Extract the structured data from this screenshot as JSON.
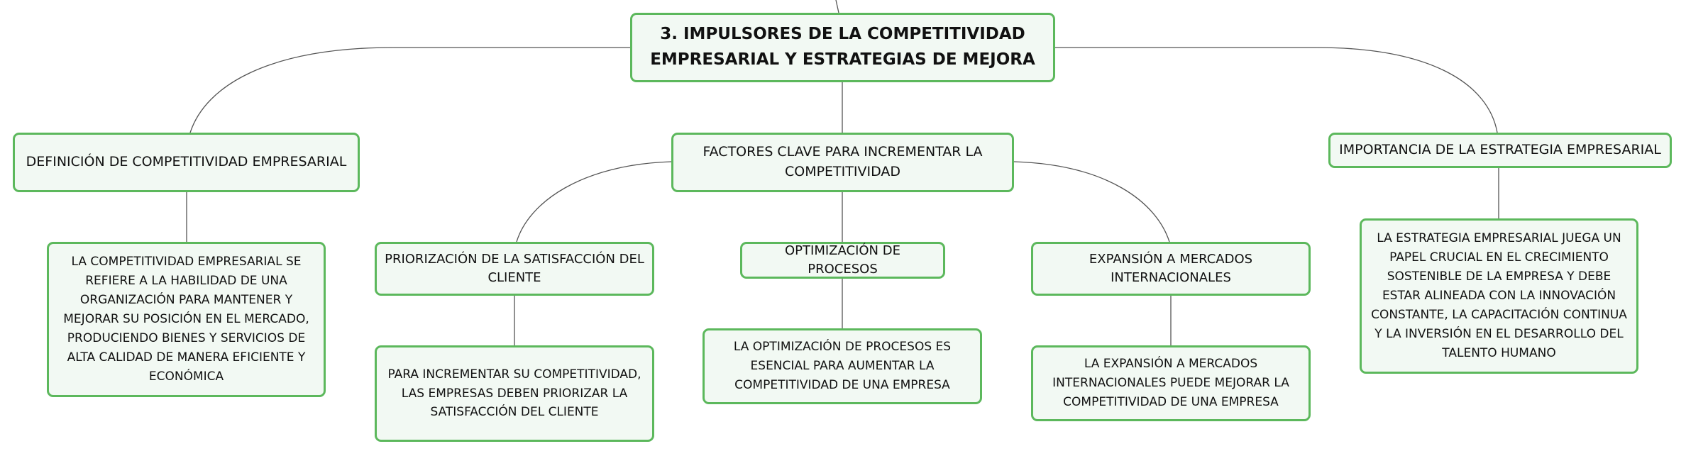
{
  "colors": {
    "node_border": "#5cb85c",
    "node_fill": "#f2f9f3",
    "link": "#555555"
  },
  "root": {
    "text": "3. IMPULSORES DE LA COMPETITIVIDAD EMPRESARIAL Y ESTRATEGIAS DE MEJORA"
  },
  "definicion": {
    "title": "DEFINICIÓN DE COMPETITIVIDAD EMPRESARIAL",
    "detail": "LA COMPETITIVIDAD EMPRESARIAL SE REFIERE A LA HABILIDAD DE UNA ORGANIZACIÓN PARA MANTENER Y MEJORAR SU POSICIÓN EN EL MERCADO, PRODUCIENDO BIENES Y SERVICIOS DE ALTA CALIDAD DE MANERA EFICIENTE Y ECONÓMICA"
  },
  "factores": {
    "title": "FACTORES CLAVE PARA INCREMENTAR LA COMPETITIVIDAD",
    "items": [
      {
        "title": "PRIORIZACIÓN DE LA SATISFACCIÓN DEL CLIENTE",
        "detail": "PARA INCREMENTAR SU COMPETITIVIDAD, LAS EMPRESAS DEBEN PRIORIZAR LA SATISFACCIÓN DEL CLIENTE"
      },
      {
        "title": "OPTIMIZACIÓN DE PROCESOS",
        "detail": "LA OPTIMIZACIÓN DE PROCESOS ES ESENCIAL PARA AUMENTAR LA COMPETITIVIDAD DE UNA EMPRESA"
      },
      {
        "title": "EXPANSIÓN A MERCADOS INTERNACIONALES",
        "detail": "LA EXPANSIÓN A MERCADOS INTERNACIONALES PUEDE MEJORAR LA COMPETITIVIDAD DE UNA EMPRESA"
      }
    ]
  },
  "importancia": {
    "title": "IMPORTANCIA DE LA ESTRATEGIA EMPRESARIAL",
    "detail": "LA ESTRATEGIA EMPRESARIAL JUEGA UN PAPEL CRUCIAL EN EL CRECIMIENTO SOSTENIBLE DE LA EMPRESA Y DEBE ESTAR ALINEADA CON LA INNOVACIÓN CONSTANTE, LA CAPACITACIÓN CONTINUA Y LA INVERSIÓN EN EL DESARROLLO DEL TALENTO HUMANO"
  }
}
